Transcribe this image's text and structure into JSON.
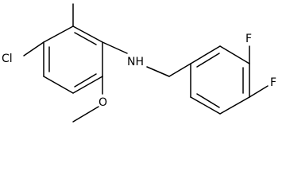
{
  "molecule": {
    "atom_labels": {
      "chlorine": "Cl",
      "amine": "NH",
      "fluorine_top": "F",
      "fluorine_right": "F",
      "methoxy_oxygen": "O"
    }
  },
  "colors": {
    "bond": "#000000",
    "text": "#000000",
    "background": "#ffffff"
  }
}
